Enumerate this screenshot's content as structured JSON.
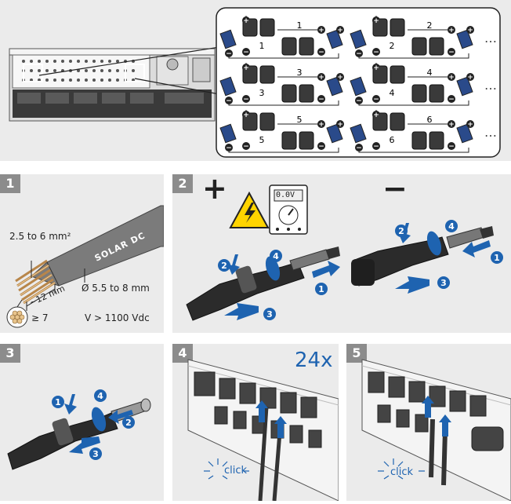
{
  "overview": {
    "string_numbers": [
      "1",
      "2",
      "3",
      "4",
      "5",
      "6"
    ],
    "plus_sign": "+",
    "minus_sign": "−",
    "ellipsis": "…"
  },
  "steps": [
    {
      "num": "1"
    },
    {
      "num": "2"
    },
    {
      "num": "3"
    },
    {
      "num": "4"
    },
    {
      "num": "5"
    }
  ],
  "step1": {
    "wire_section": "2.5 to 6 mm²",
    "strip_length": "~12 mm",
    "diameter": "Ø 5.5 to 8 mm",
    "strands": "≥ 7",
    "voltage": "V > 1100 Vdc",
    "cable_print": "SOLAR DC"
  },
  "step2": {
    "plus_label": "+",
    "minus_label": "−",
    "meter_display": "0.0V",
    "warning_icon": "high-voltage-warning-icon"
  },
  "step4": {
    "count": "24x",
    "click": "click"
  },
  "step5": {
    "click": "click"
  },
  "colors": {
    "panel_bg": "#ebebeb",
    "step_badge": "#8c8c8c",
    "arrow_blue": "#1e63b0",
    "warning_yellow": "#ffd400"
  }
}
